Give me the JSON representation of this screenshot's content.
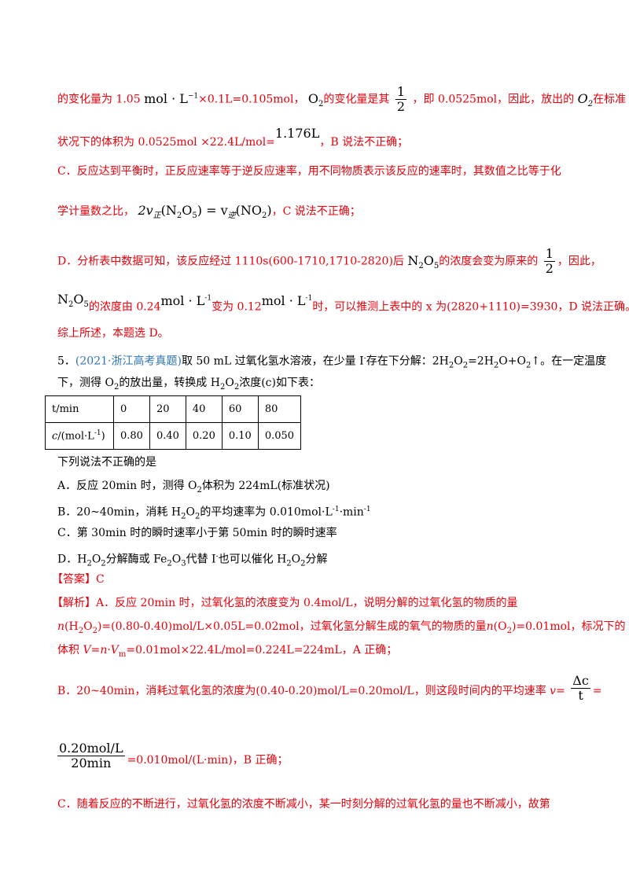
{
  "l1": {
    "a": "的变化量为 1.05",
    "b": "mol · L",
    "b_sup": "−1",
    "c": "×0.1L=0.105mol，",
    "d": "O",
    "d_sub": "2",
    "e": "的变化量是其",
    "f_num": "1",
    "f_den": "2",
    "g": "，即 0.0525mol，因此，放出的",
    "h": "O",
    "h_sub": "2",
    "i": "在标准"
  },
  "l2": {
    "a": "状况下的体积为 0.0525mol ×22.4L/mol=",
    "b": "1.176L",
    "c": "，B 说法不正确；"
  },
  "l3": "C．反应达到平衡时，正反应速率等于逆反应速率，用不同物质表示该反应的速率时，其数值之比等于化",
  "l4": {
    "a": "学计量数之比，",
    "b": "2v",
    "b_sub": "正",
    "c": "(N",
    "c_sub1": "2",
    "c_mid": "O",
    "c_sub2": "5",
    "c_end": ") = v",
    "d_sub": "逆",
    "e": "(NO",
    "e_sub": "2",
    "e_end": ")",
    "f": "，C 说法不正确；"
  },
  "l5": {
    "a": "D．分析表中数据可知，该反应经过 1110s(600-1710,1710-2820)后",
    "b": "N",
    "b_sub1": "2",
    "b_mid": "O",
    "b_sub2": "5",
    "c": "的浓度会变为原来的",
    "d_num": "1",
    "d_den": "2",
    "e": "，因此，"
  },
  "l6": {
    "a": "N",
    "a_sub1": "2",
    "a_mid": "O",
    "a_sub2": "5",
    "b": "的浓度由 0.24",
    "c": "mol · L",
    "c_sup": "-1",
    "d": "变为 0.12",
    "e": "mol · L",
    "e_sup": "-1",
    "f": "时，可以推测上表中的 x 为(2820+1110)=3930，D 说法正确。"
  },
  "l7": "综上所述，本题选 D。",
  "q5": {
    "num": "5．",
    "src": "(2021·浙江高考真题)",
    "a": "取 50 mL 过氧化氢水溶液，在少量 I",
    "a_sup": "-",
    "b": "存在下分解：2H",
    "b_sub1": "2",
    "b_mid1": "O",
    "b_sub2": "2",
    "b_mid2": "=2H",
    "b_sub3": "2",
    "b_mid3": "O+O",
    "b_sub4": "2",
    "b_end": "↑。在一定温度"
  },
  "q5b": {
    "a": "下，测得 O",
    "a_sub": "2",
    "b": "的放出量，转换成 H",
    "b_sub1": "2",
    "b_mid": "O",
    "b_sub2": "2",
    "c": "浓度(c)如下表："
  },
  "table": {
    "row1_label": "t/min",
    "row2_label_i": "c",
    "row2_label_rest": "/(mol·L",
    "row2_sup": "-1",
    "row2_end": ")",
    "t": [
      "0",
      "20",
      "40",
      "60",
      "80"
    ],
    "c": [
      "0.80",
      "0.40",
      "0.20",
      "0.10",
      "0.050"
    ]
  },
  "prompt": "下列说法不正确的是",
  "optA": {
    "a": "A．反应 20min 时，测得 O",
    "a_sub": "2",
    "b": "体积为 224mL(标准状况)"
  },
  "optB": {
    "a": "B．20~40min，消耗 H",
    "a_sub1": "2",
    "a_mid": "O",
    "a_sub2": "2",
    "b": "的平均速率为 0.010mol·L",
    "b_sup1": "-1",
    "b_mid": "·min",
    "b_sup2": "-1"
  },
  "optC": "C．第 30min 时的瞬时速率小于第 50min 时的瞬时速率",
  "optD": {
    "a": "D．H",
    "a_sub1": "2",
    "a_mid": "O",
    "a_sub2": "2",
    "b": "分解酶或 Fe",
    "b_sub1": "2",
    "b_mid": "O",
    "b_sub2": "3",
    "c": "代替 I",
    "c_sup": "-",
    "d": "也可以催化 H",
    "d_sub1": "2",
    "d_mid": "O",
    "d_sub2": "2",
    "e": "分解"
  },
  "answer": "【答案】C",
  "e1": {
    "a": "【解析】A．反应 20min 时，过氧化氢的浓度变为 0.4mol/L，说明分解的过氧化氢的物质的量"
  },
  "e2": {
    "a": "n",
    "b": "(H",
    "b_sub1": "2",
    "b_mid": "O",
    "b_sub2": "2",
    "c": ")=(0.80-0.40)mol/L×0.05L=0.02mol，过氧化氢分解生成的氧气的物质的量",
    "d": "n",
    "e": "(O",
    "e_sub": "2",
    "f": ")=0.01mol，标况下的"
  },
  "e3": {
    "a": "体积 ",
    "b": "V",
    "c": "=",
    "d": "n",
    "e": "·",
    "f": "V",
    "f_sub": "m",
    "g": "=0.01mol×22.4L/mol=0.224L=224mL，A 正确；"
  },
  "e4": {
    "a": "B．20~40min，消耗过氧化氢的浓度为(0.40-0.20)mol/L=0.20mol/L，则这段时间内的平均速率 ",
    "b": "v",
    "c": "=",
    "num": "Δc",
    "den": "t",
    "d": "="
  },
  "e5": {
    "num": "0.20mol/L",
    "den": "20min",
    "a": "=0.010mol/(L·min)，B 正确；"
  },
  "e6": "C．随着反应的不断进行，过氧化氢的浓度不断减小，某一时刻分解的过氧化氢的量也不断减小，故第"
}
